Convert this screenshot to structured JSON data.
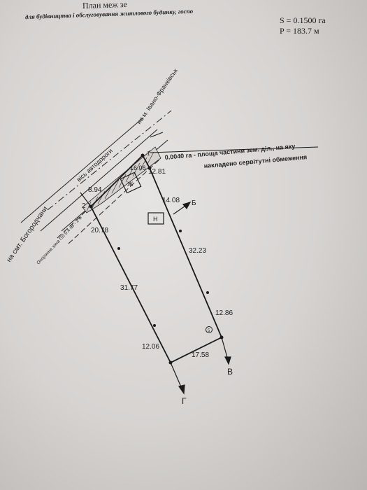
{
  "header": {
    "title": "План меж зе",
    "purpose": "для будівництва і обслуговування житлового будинку, госпо",
    "area": "S = 0.1500 га",
    "perimeter": "P = 183.7 м"
  },
  "roads": {
    "to_city": "на м. Івано-Франківськ",
    "to_village": "на смт. Богородчани",
    "road_axis": "вісь автодороги",
    "protection_zone": "Охоронна зона ПЛ 0.4 кВ - 2 м"
  },
  "servitude_note": {
    "line1": "0.0040 га - площа частини зем. діл., на яку",
    "line2": "накладено сервітутні обмеження"
  },
  "dimensions": {
    "d_8_94": "8.94",
    "d_16_06": "16.06",
    "d_12_81": "12.81",
    "d_14_08": "14.08",
    "d_20_78": "20.78",
    "d_32_23": "32.23",
    "d_31_77": "31.77",
    "d_12_86": "12.86",
    "d_12_06": "12.06",
    "d_17_58": "17.58"
  },
  "points": {
    "p1": "1",
    "p2": "2",
    "p5": "5"
  },
  "neighbors": {
    "b": "Б",
    "v": "В",
    "g": "Г"
  },
  "buildings": {
    "house": "Ж",
    "outbuilding": "Н"
  }
}
